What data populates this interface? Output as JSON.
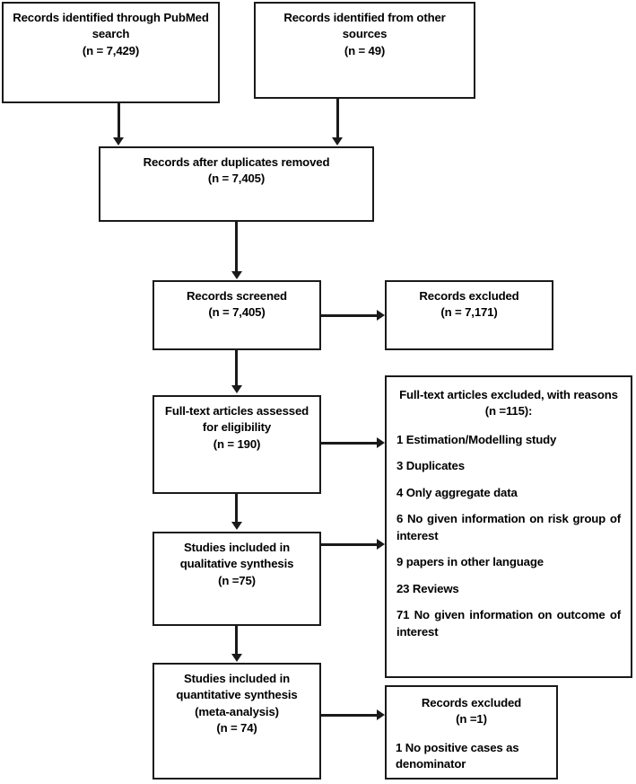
{
  "diagram": {
    "title": "PRISMA study selection flow diagram",
    "stroke_color": "#1a1a1a",
    "background_color": "#ffffff",
    "nodes": {
      "identification_pubmed": {
        "line1": "Records identified through PubMed",
        "line2": "search",
        "line3": "(n = 7,429)"
      },
      "identification_other": {
        "line1": "Records identified from other",
        "line2": "sources",
        "line3": "(n = 49)"
      },
      "duplicates_removed": {
        "line1": "Records after duplicates removed",
        "line2": "(n = 7,405)"
      },
      "records_screened": {
        "line1": "Records screened",
        "line2": "(n = 7,405)"
      },
      "records_excluded": {
        "line1": "Records excluded",
        "line2": "(n = 7,171)"
      },
      "fulltext_assessed": {
        "line1": "Full-text articles assessed",
        "line2": "for eligibility",
        "line3": "(n = 190)"
      },
      "fulltext_excluded": {
        "line1": "Full-text articles excluded, with reasons",
        "line2": "(n =115):",
        "reasons": [
          "1 Estimation/Modelling study",
          "3 Duplicates",
          "4 Only aggregate data",
          "6 No given information on risk group of interest",
          "9 papers in other language",
          "23 Reviews",
          "71 No given information on outcome of interest"
        ]
      },
      "qualitative_synthesis": {
        "line1": "Studies included in",
        "line2": "qualitative synthesis",
        "line3": "(n =75)"
      },
      "quantitative_synthesis": {
        "line1": "Studies included in",
        "line2": "quantitative synthesis",
        "line3": "(meta-analysis)",
        "line4": "(n = 74)"
      },
      "records_excluded_final": {
        "line1": "Records excluded",
        "line2": "(n =1)",
        "reason1": "1 No positive cases as",
        "reason2": "denominator"
      }
    }
  }
}
